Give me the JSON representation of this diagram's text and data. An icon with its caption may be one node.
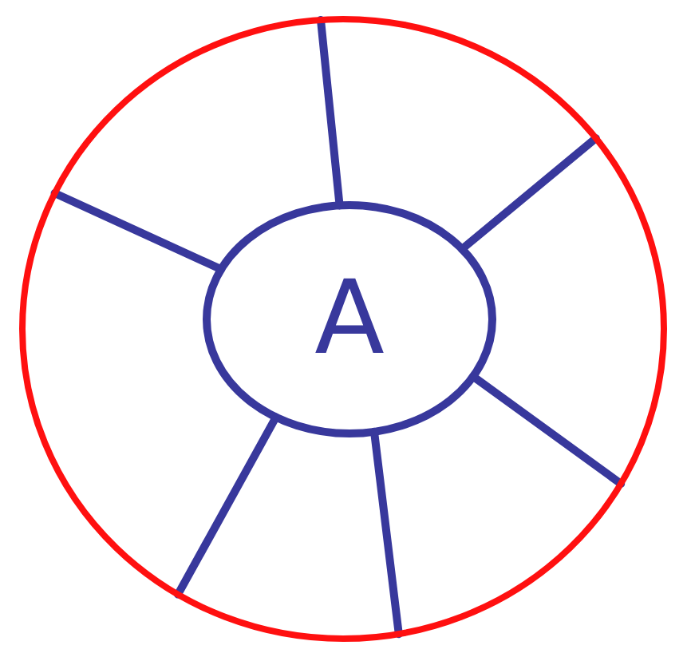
{
  "diagram": {
    "nodes": [
      {
        "text": [],
        "shape": "circle"
      },
      {
        "text": [
          "A"
        ],
        "in": 0
      }
    ],
    "edges": [
      {
        "from": 1,
        "to": 0,
        "arrow": "none"
      },
      {
        "from": 1,
        "to": 0,
        "arrow": "none"
      },
      {
        "from": 1,
        "to": 0,
        "arrow": "none"
      },
      {
        "from": 1,
        "to": 0,
        "arrow": "none"
      },
      {
        "from": 1,
        "to": 0,
        "arrow": "none"
      },
      {
        "from": 1,
        "to": 0,
        "arrow": "none"
      }
    ]
  }
}
